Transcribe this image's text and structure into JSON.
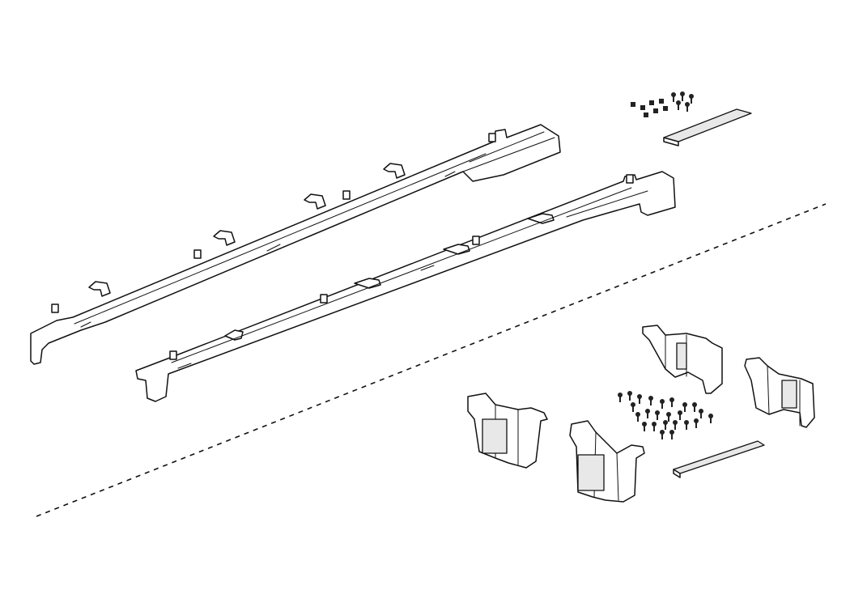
{
  "diagram": {
    "title": "",
    "colors": {
      "line": "#111111",
      "shade": "#e8e8e8",
      "background": "#ffffff"
    },
    "groups": [
      {
        "name": "long-rails",
        "parts": [
          "rear-rail",
          "front-rail"
        ]
      },
      {
        "name": "upper-hardware",
        "parts": [
          "upper-screw-pack",
          "upper-spacer-strip"
        ]
      },
      {
        "name": "bracket-kit",
        "parts": [
          "bracket-a",
          "bracket-b",
          "bracket-c",
          "bracket-d",
          "lower-screw-pack",
          "lower-spacer-strip"
        ]
      }
    ],
    "divider": {
      "style": "dashed"
    }
  }
}
